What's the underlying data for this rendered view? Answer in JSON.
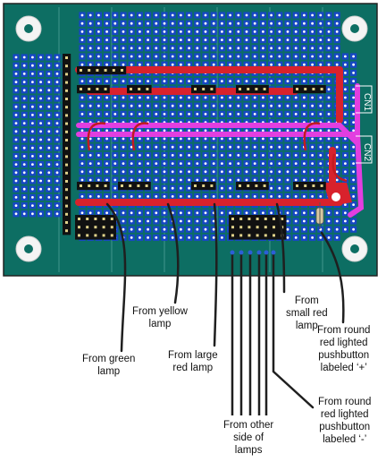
{
  "board": {
    "silkscreen": [
      "CN1",
      "CN2"
    ],
    "colors": {
      "pcb": "#0d6e63",
      "pad": "#1747c4",
      "header": "#111111",
      "red_trace": "#d8222c",
      "magenta_trace": "#e23ee0",
      "wire": "#1f1f1f"
    }
  },
  "labels": {
    "yellow": [
      "From yellow",
      "lamp"
    ],
    "small_red": [
      "From",
      "small red",
      "lamp"
    ],
    "green": [
      "From green",
      "lamp"
    ],
    "large_red": [
      "From large",
      "red lamp"
    ],
    "plus_button": [
      "From round",
      "red lighted",
      "pushbutton",
      "labeled ‘+’"
    ],
    "minus_button": [
      "From round",
      "red lighted",
      "pushbutton",
      "labeled ‘-’"
    ],
    "other_side": [
      "From other",
      "side of",
      "lamps"
    ]
  }
}
